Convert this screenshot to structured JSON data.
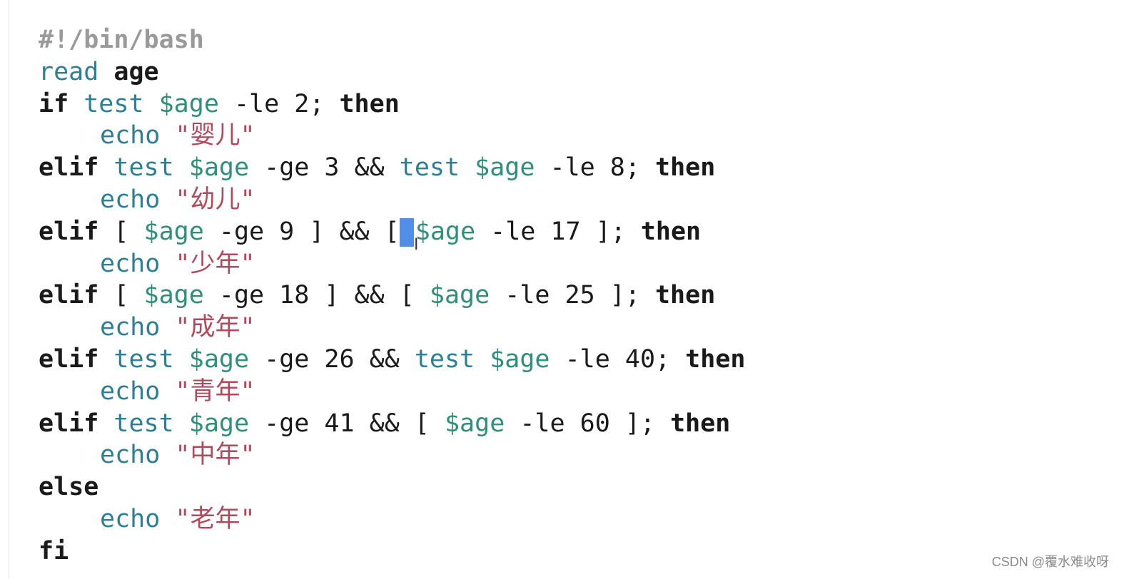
{
  "editor": {
    "language": "bash",
    "lines": [
      {
        "tokens": [
          {
            "t": "#!/bin/bash",
            "k": "shebang"
          }
        ]
      },
      {
        "tokens": [
          {
            "t": "read",
            "k": "builtin"
          },
          {
            "t": " age",
            "k": "kw"
          }
        ]
      },
      {
        "tokens": [
          {
            "t": "if",
            "k": "kw"
          },
          {
            "t": " ",
            "k": "op"
          },
          {
            "t": "test",
            "k": "builtin"
          },
          {
            "t": " ",
            "k": "op"
          },
          {
            "t": "$age",
            "k": "var"
          },
          {
            "t": " -le 2; ",
            "k": "op"
          },
          {
            "t": "then",
            "k": "kw"
          }
        ]
      },
      {
        "indent": true,
        "tokens": [
          {
            "t": "echo",
            "k": "builtin"
          },
          {
            "t": " ",
            "k": "op"
          },
          {
            "t": "\"婴儿\"",
            "k": "str"
          }
        ]
      },
      {
        "tokens": [
          {
            "t": "elif",
            "k": "kw"
          },
          {
            "t": " ",
            "k": "op"
          },
          {
            "t": "test",
            "k": "builtin"
          },
          {
            "t": " ",
            "k": "op"
          },
          {
            "t": "$age",
            "k": "var"
          },
          {
            "t": " -ge 3 && ",
            "k": "op"
          },
          {
            "t": "test",
            "k": "builtin"
          },
          {
            "t": " ",
            "k": "op"
          },
          {
            "t": "$age",
            "k": "var"
          },
          {
            "t": " -le 8; ",
            "k": "op"
          },
          {
            "t": "then",
            "k": "kw"
          }
        ]
      },
      {
        "indent": true,
        "tokens": [
          {
            "t": "echo",
            "k": "builtin"
          },
          {
            "t": " ",
            "k": "op"
          },
          {
            "t": "\"幼儿\"",
            "k": "str"
          }
        ]
      },
      {
        "tokens": [
          {
            "t": "elif",
            "k": "kw"
          },
          {
            "t": " [ ",
            "k": "op"
          },
          {
            "t": "$age",
            "k": "var"
          },
          {
            "t": " -ge 9 ] && [",
            "k": "op"
          },
          {
            "t": "",
            "k": "cursor"
          },
          {
            "t": "$age",
            "k": "var"
          },
          {
            "t": " -le 17 ]; ",
            "k": "op"
          },
          {
            "t": "then",
            "k": "kw"
          }
        ]
      },
      {
        "indent": true,
        "tokens": [
          {
            "t": "echo",
            "k": "builtin"
          },
          {
            "t": " ",
            "k": "op"
          },
          {
            "t": "\"少年\"",
            "k": "str"
          }
        ]
      },
      {
        "tokens": [
          {
            "t": "elif",
            "k": "kw"
          },
          {
            "t": " [ ",
            "k": "op"
          },
          {
            "t": "$age",
            "k": "var"
          },
          {
            "t": " -ge 18 ] && [ ",
            "k": "op"
          },
          {
            "t": "$age",
            "k": "var"
          },
          {
            "t": " -le 25 ]; ",
            "k": "op"
          },
          {
            "t": "then",
            "k": "kw"
          }
        ]
      },
      {
        "indent": true,
        "tokens": [
          {
            "t": "echo",
            "k": "builtin"
          },
          {
            "t": " ",
            "k": "op"
          },
          {
            "t": "\"成年\"",
            "k": "str"
          }
        ]
      },
      {
        "tokens": [
          {
            "t": "elif",
            "k": "kw"
          },
          {
            "t": " ",
            "k": "op"
          },
          {
            "t": "test",
            "k": "builtin"
          },
          {
            "t": " ",
            "k": "op"
          },
          {
            "t": "$age",
            "k": "var"
          },
          {
            "t": " -ge 26 && ",
            "k": "op"
          },
          {
            "t": "test",
            "k": "builtin"
          },
          {
            "t": " ",
            "k": "op"
          },
          {
            "t": "$age",
            "k": "var"
          },
          {
            "t": " -le 40; ",
            "k": "op"
          },
          {
            "t": "then",
            "k": "kw"
          }
        ]
      },
      {
        "indent": true,
        "tokens": [
          {
            "t": "echo",
            "k": "builtin"
          },
          {
            "t": " ",
            "k": "op"
          },
          {
            "t": "\"青年\"",
            "k": "str"
          }
        ]
      },
      {
        "tokens": [
          {
            "t": "elif",
            "k": "kw"
          },
          {
            "t": " ",
            "k": "op"
          },
          {
            "t": "test",
            "k": "builtin"
          },
          {
            "t": " ",
            "k": "op"
          },
          {
            "t": "$age",
            "k": "var"
          },
          {
            "t": " -ge 41 && [ ",
            "k": "op"
          },
          {
            "t": "$age",
            "k": "var"
          },
          {
            "t": " -le 60 ]; ",
            "k": "op"
          },
          {
            "t": "then",
            "k": "kw"
          }
        ]
      },
      {
        "indent": true,
        "tokens": [
          {
            "t": "echo",
            "k": "builtin"
          },
          {
            "t": " ",
            "k": "op"
          },
          {
            "t": "\"中年\"",
            "k": "str"
          }
        ]
      },
      {
        "tokens": [
          {
            "t": "else",
            "k": "kw"
          }
        ]
      },
      {
        "indent": true,
        "tokens": [
          {
            "t": "echo",
            "k": "builtin"
          },
          {
            "t": " ",
            "k": "op"
          },
          {
            "t": "\"老年\"",
            "k": "str"
          }
        ]
      },
      {
        "tokens": [
          {
            "t": "fi",
            "k": "kw"
          }
        ]
      }
    ]
  },
  "watermark": {
    "text": "CSDN @覆水难收呀"
  },
  "colors": {
    "shebang": "#9a9a9a",
    "builtin": "#2e7f95",
    "variable": "#2f8f7a",
    "string": "#b24a5e",
    "keyword": "#1a1a1a",
    "selection": "#4f8fe6"
  },
  "cursor": {
    "icon": "text-cursor-icon",
    "glyph": "I"
  }
}
